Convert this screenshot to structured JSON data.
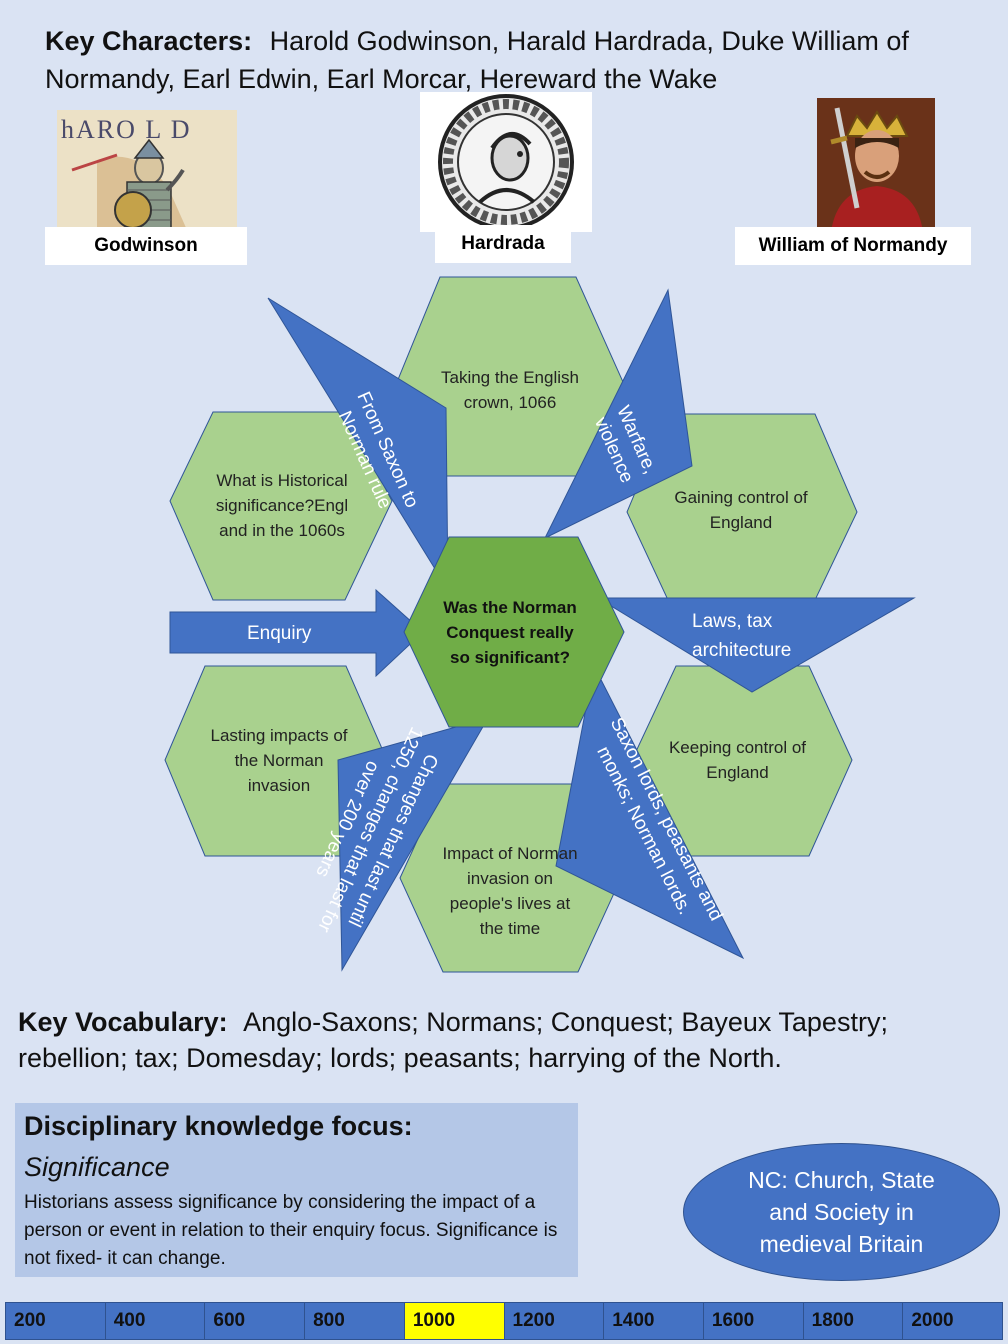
{
  "key_characters": {
    "label": "Key Characters:",
    "names": "Harold Godwinson, Harald Hardrada, Duke William of Normandy, Earl Edwin,  Earl Morcar, Hereward the Wake"
  },
  "portraits": [
    {
      "caption": "Godwinson",
      "image_text": "hARO L D"
    },
    {
      "caption": "Hardrada"
    },
    {
      "caption": "William of Normandy"
    }
  ],
  "diagram": {
    "center": "Was the Norman Conquest really so significant?",
    "hexagons": [
      {
        "text": "What is Historical significance?England in the 1060s"
      },
      {
        "text": "Taking the English crown, 1066"
      },
      {
        "text": "Gaining control of England"
      },
      {
        "text": "Keeping control of England"
      },
      {
        "text": "Impact of Norman invasion on people's lives at the time"
      },
      {
        "text": "Lasting impacts of the Norman invasion"
      }
    ],
    "arrows": [
      {
        "text": "Enquiry"
      },
      {
        "text": "From Saxon to Norman rule"
      },
      {
        "text": "Warfare, violence"
      },
      {
        "text": "Laws,  tax architecture"
      },
      {
        "text": "Saxon lords, peasants and monks; Norman lords."
      },
      {
        "text": "Changes that last until 1250, changes that last for over 200 years"
      }
    ]
  },
  "key_vocabulary": {
    "label": "Key Vocabulary:",
    "terms": "Anglo-Saxons; Normans; Conquest; Bayeux Tapestry; rebellion; tax; Domesday; lords; peasants; harrying of the North."
  },
  "disciplinary": {
    "title": "Disciplinary knowledge focus:",
    "concept": "Significance",
    "body": "Historians assess significance by considering the impact of a person or event in relation to their enquiry focus.  Significance is not fixed- it can change."
  },
  "nc": {
    "text": "NC: Church, State and Society in medieval Britain"
  },
  "timeline": {
    "labels": [
      "200",
      "400",
      "600",
      "800",
      "1000",
      "1200",
      "1400",
      "1600",
      "1800",
      "2000"
    ],
    "highlighted": "1000",
    "highlight_color": "#ffff00"
  },
  "colors": {
    "background": "#dae3f3",
    "hexagon": "#a9d18e",
    "center_hexagon": "#70ad47",
    "arrow": "#4472c4",
    "box": "#b4c7e7"
  }
}
